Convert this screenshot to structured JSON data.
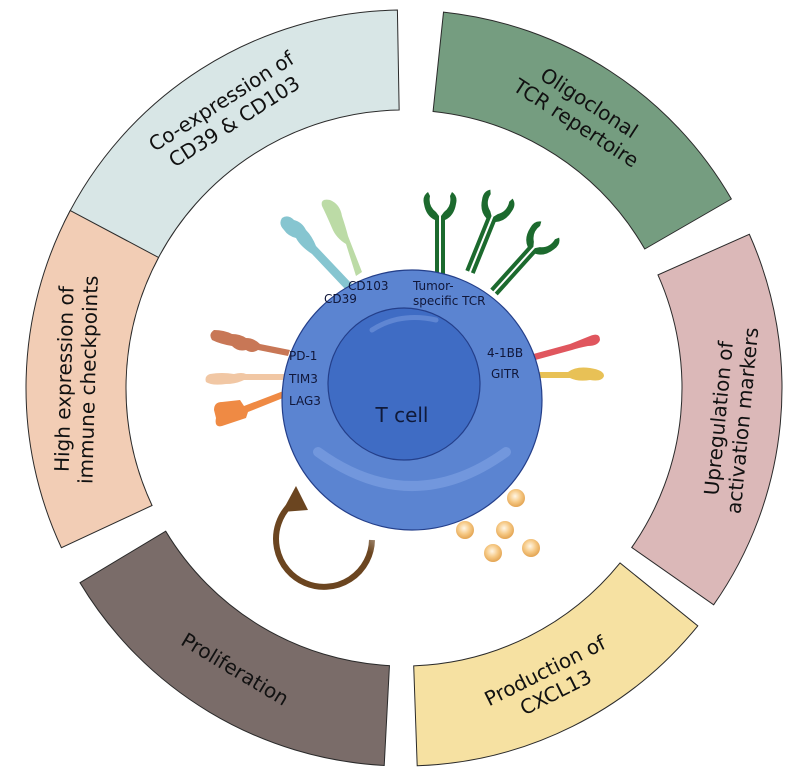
{
  "diagram": {
    "center_label": "T cell",
    "segments": [
      {
        "id": "coexpression",
        "lines": [
          "Co-expression of",
          "CD39 & CD103"
        ],
        "color": "#d8e6e6"
      },
      {
        "id": "oligoclonal",
        "lines": [
          "Oligoclonal",
          "TCR repertoire"
        ],
        "color": "#759d80"
      },
      {
        "id": "upregulation",
        "lines": [
          "Upregulation of",
          "activation markers"
        ],
        "color": "#dbb8b8"
      },
      {
        "id": "production",
        "lines": [
          "Production of",
          "CXCL13"
        ],
        "color": "#f6e1a2"
      },
      {
        "id": "proliferation",
        "lines": [
          "Proliferation"
        ],
        "color": "#7a6c69"
      },
      {
        "id": "checkpoints",
        "lines": [
          "High expression of",
          "immune checkpoints"
        ],
        "color": "#f2cdb5"
      }
    ],
    "markers": {
      "cd103": {
        "label": "CD103",
        "color": "#bcdba6"
      },
      "cd39": {
        "label": "CD39",
        "color": "#86c5d0"
      },
      "tcr": {
        "label_line1": "Tumor-",
        "label_line2": "specific TCR",
        "color": "#1c6a2e"
      },
      "pd1": {
        "label": "PD-1",
        "color": "#c87756"
      },
      "tim3": {
        "label": "TIM3",
        "color": "#f1c7a4"
      },
      "lag3": {
        "label": "LAG3",
        "color": "#ef8a44"
      },
      "4-1bb": {
        "label": "4-1BB",
        "color": "#e0565e"
      },
      "gitr": {
        "label": "GITR",
        "color": "#e8c156"
      }
    },
    "colors": {
      "cell_outer": "#5b84d1",
      "cell_nucleus": "#3f6cc4",
      "cell_stroke": "#243f8a",
      "arrow": "#6b4520",
      "cxcl13_granule": "#f3c07a"
    }
  }
}
